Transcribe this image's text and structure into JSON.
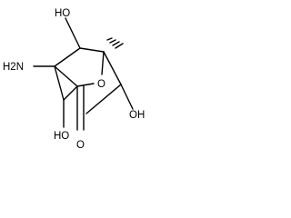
{
  "labels": {
    "oh_top": "HO",
    "nh2": "H2N",
    "oh_right": "OH",
    "oh_bottom": "HO",
    "ring_o": "O",
    "carbonyl_o": "O"
  },
  "colors": {
    "bond": "#000000",
    "text": "#000000",
    "background": "#ffffff"
  }
}
